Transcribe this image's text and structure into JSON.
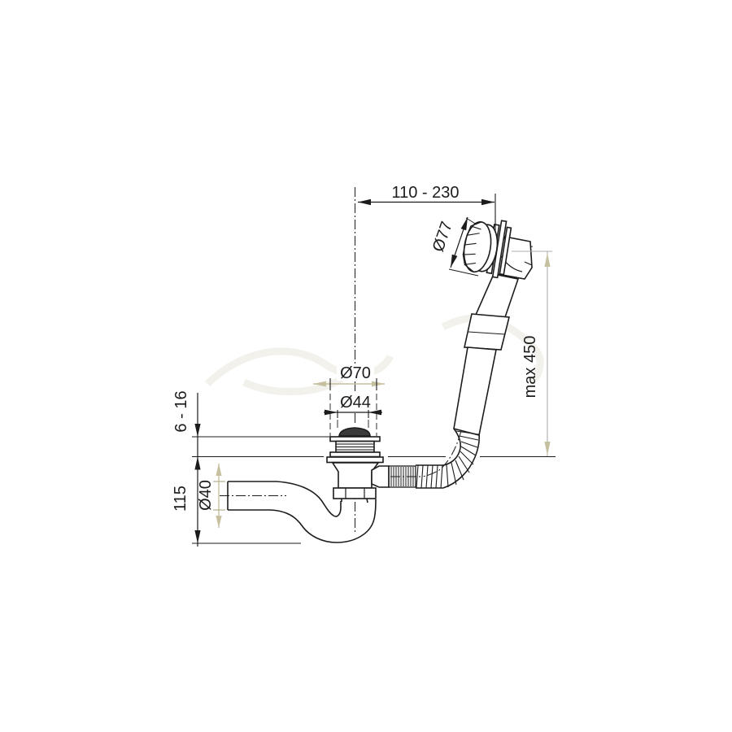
{
  "drawing": {
    "type": "technical-drawing",
    "subject": "bathtub-waste-overflow-siphon",
    "labels": {
      "top_width_range": "110 - 230",
      "knob_diameter": "Ø77",
      "max_overflow_length": "max 450",
      "flange_diameter": "Ø70",
      "plug_diameter": "Ø44",
      "panel_thickness_range": "6 - 16",
      "trap_height": "115",
      "outlet_pipe_diameter": "Ø40"
    },
    "colors": {
      "line": "#1c1c1c",
      "dim_accent_tan": "#c6c0a0",
      "dim_gray": "#aeaeae",
      "background": "#ffffff"
    }
  }
}
